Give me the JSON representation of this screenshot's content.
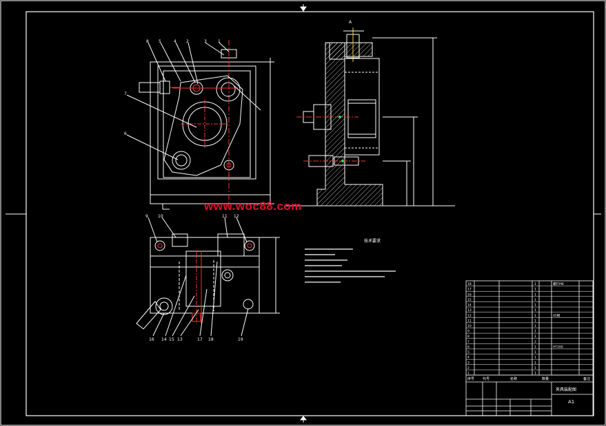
{
  "watermark": "www.woc88.com",
  "drawing": {
    "sheet_size": "A1",
    "tech_req_title": "技术要求",
    "title_block_name": "夹具装配图",
    "front_balloons": [
      "8",
      "5",
      "4",
      "2",
      "3",
      "1",
      "7",
      "6"
    ],
    "bottom_balloons_top": [
      "9",
      "10",
      "11",
      "12"
    ],
    "bottom_balloons_bottom": [
      "16",
      "14",
      "15",
      "13",
      "17",
      "18",
      "19"
    ],
    "side_top_label": "A",
    "bom_header": [
      "序号",
      "代号",
      "名称",
      "数量",
      "备注"
    ],
    "bom_rows": [
      [
        "18",
        "",
        "",
        "1",
        "螺钉M8"
      ],
      [
        "17",
        "",
        "",
        "1",
        ""
      ],
      [
        "16",
        "",
        "",
        "1",
        ""
      ],
      [
        "15",
        "",
        "",
        "1",
        ""
      ],
      [
        "14",
        "",
        "",
        "1",
        ""
      ],
      [
        "13",
        "",
        "",
        "1",
        ""
      ],
      [
        "12",
        "",
        "",
        "1",
        "45钢"
      ],
      [
        "11",
        "",
        "",
        "1",
        ""
      ],
      [
        "10",
        "",
        "",
        "1",
        ""
      ],
      [
        "9",
        "",
        "",
        "1",
        ""
      ],
      [
        "8",
        "",
        "",
        "1",
        ""
      ],
      [
        "7",
        "",
        "",
        "2",
        ""
      ],
      [
        "6",
        "",
        "",
        "1",
        "HT200"
      ],
      [
        "5",
        "",
        "",
        "1",
        ""
      ],
      [
        "4",
        "",
        "",
        "1",
        ""
      ],
      [
        "3",
        "",
        "",
        "1",
        ""
      ],
      [
        "2",
        "",
        "",
        "1",
        ""
      ],
      [
        "1",
        "",
        "",
        "1",
        ""
      ]
    ]
  },
  "colors": {
    "line": "#ffffff",
    "accent": "#ff3030",
    "green": "#28e050",
    "yellow": "#e8d040",
    "watermark": "#e0102a"
  }
}
